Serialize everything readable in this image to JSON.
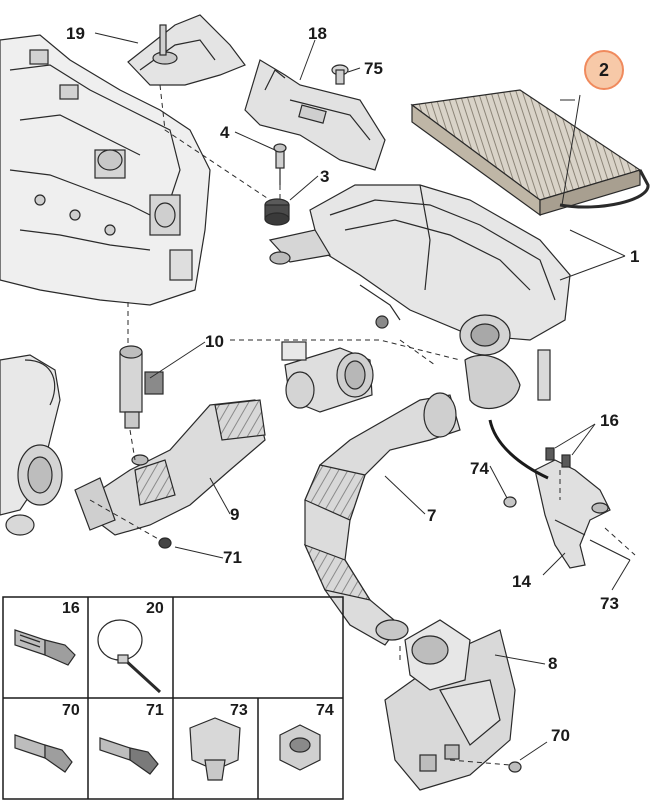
{
  "diagram": {
    "highlighted_part": "2",
    "callouts": {
      "c1": "1",
      "c3": "3",
      "c4": "4",
      "c7": "7",
      "c8": "8",
      "c9": "9",
      "c10": "10",
      "c14": "14",
      "c16": "16",
      "c18": "18",
      "c19": "19",
      "c70": "70",
      "c71": "71",
      "c73": "73",
      "c74": "74",
      "c75": "75"
    },
    "legend": {
      "cells": [
        "16",
        "20",
        "70",
        "71",
        "73",
        "74"
      ]
    },
    "colors": {
      "line": "#2a2a2a",
      "part_fill": "#e6e6e6",
      "part_shade": "#bdbdbd",
      "highlight_fill": "#f7c9a8",
      "highlight_stroke": "#f08a5d"
    }
  }
}
